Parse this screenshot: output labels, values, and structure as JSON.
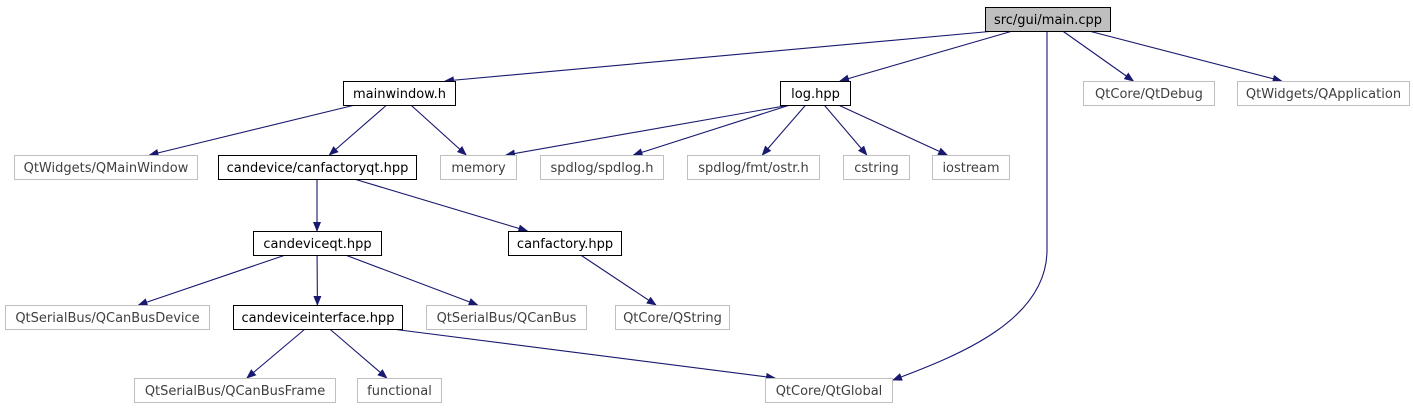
{
  "colors": {
    "edge": "#191970",
    "root_fill": "#bfbfbf",
    "root_border": "#000000",
    "local_border": "#000000",
    "external_border": "#bfbfbf",
    "local_text": "#000000",
    "external_text": "#3f3f3f"
  },
  "nodes": [
    {
      "id": "main",
      "label": "src/gui/main.cpp",
      "kind": "root"
    },
    {
      "id": "mainwindow",
      "label": "mainwindow.h",
      "kind": "local"
    },
    {
      "id": "log",
      "label": "log.hpp",
      "kind": "local"
    },
    {
      "id": "qtdebug",
      "label": "QtCore/QtDebug",
      "kind": "external"
    },
    {
      "id": "qapplication",
      "label": "QtWidgets/QApplication",
      "kind": "external"
    },
    {
      "id": "qmainwindow",
      "label": "QtWidgets/QMainWindow",
      "kind": "external"
    },
    {
      "id": "canfactoryqt",
      "label": "candevice/canfactoryqt.hpp",
      "kind": "local"
    },
    {
      "id": "memory",
      "label": "memory",
      "kind": "external"
    },
    {
      "id": "spdlog",
      "label": "spdlog/spdlog.h",
      "kind": "external"
    },
    {
      "id": "ostr",
      "label": "spdlog/fmt/ostr.h",
      "kind": "external"
    },
    {
      "id": "cstring",
      "label": "cstring",
      "kind": "external"
    },
    {
      "id": "iostream",
      "label": "iostream",
      "kind": "external"
    },
    {
      "id": "candeviceqt",
      "label": "candeviceqt.hpp",
      "kind": "local"
    },
    {
      "id": "canfactory",
      "label": "canfactory.hpp",
      "kind": "local"
    },
    {
      "id": "qcanbusdevice",
      "label": "QtSerialBus/QCanBusDevice",
      "kind": "external"
    },
    {
      "id": "candeviceinterface",
      "label": "candeviceinterface.hpp",
      "kind": "local"
    },
    {
      "id": "qcanbus",
      "label": "QtSerialBus/QCanBus",
      "kind": "external"
    },
    {
      "id": "qstring",
      "label": "QtCore/QString",
      "kind": "external"
    },
    {
      "id": "qcanbusframe",
      "label": "QtSerialBus/QCanBusFrame",
      "kind": "external"
    },
    {
      "id": "functional",
      "label": "functional",
      "kind": "external"
    },
    {
      "id": "qtglobal",
      "label": "QtCore/QtGlobal",
      "kind": "external"
    }
  ],
  "edges": [
    {
      "from": "main",
      "to": "mainwindow"
    },
    {
      "from": "main",
      "to": "log"
    },
    {
      "from": "main",
      "to": "qtglobal"
    },
    {
      "from": "main",
      "to": "qtdebug"
    },
    {
      "from": "main",
      "to": "qapplication"
    },
    {
      "from": "mainwindow",
      "to": "qmainwindow"
    },
    {
      "from": "mainwindow",
      "to": "canfactoryqt"
    },
    {
      "from": "mainwindow",
      "to": "memory"
    },
    {
      "from": "log",
      "to": "memory"
    },
    {
      "from": "log",
      "to": "spdlog"
    },
    {
      "from": "log",
      "to": "ostr"
    },
    {
      "from": "log",
      "to": "cstring"
    },
    {
      "from": "log",
      "to": "iostream"
    },
    {
      "from": "canfactoryqt",
      "to": "candeviceqt"
    },
    {
      "from": "canfactoryqt",
      "to": "canfactory"
    },
    {
      "from": "candeviceqt",
      "to": "qcanbusdevice"
    },
    {
      "from": "candeviceqt",
      "to": "candeviceinterface"
    },
    {
      "from": "candeviceqt",
      "to": "qcanbus"
    },
    {
      "from": "canfactory",
      "to": "qstring"
    },
    {
      "from": "candeviceinterface",
      "to": "qcanbusframe"
    },
    {
      "from": "candeviceinterface",
      "to": "functional"
    },
    {
      "from": "candeviceinterface",
      "to": "qtglobal"
    }
  ]
}
